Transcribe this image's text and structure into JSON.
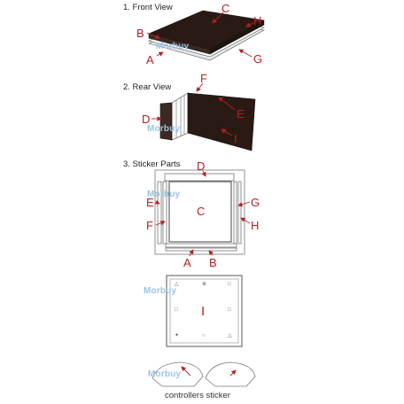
{
  "sections": {
    "front_view": "1. Front View",
    "rear_view": "2. Rear View",
    "sticker_parts": "3. Sticker Parts"
  },
  "watermark": "Morbuy",
  "labels": {
    "A": "A",
    "B": "B",
    "C": "C",
    "D": "D",
    "E": "E",
    "F": "F",
    "G": "G",
    "H": "H",
    "I": "I"
  },
  "caption": "controllers sticker",
  "colors": {
    "label": "#b22222",
    "watermark": "#9cc4e4",
    "console_body": "#2a1a14",
    "outline": "#666666"
  }
}
